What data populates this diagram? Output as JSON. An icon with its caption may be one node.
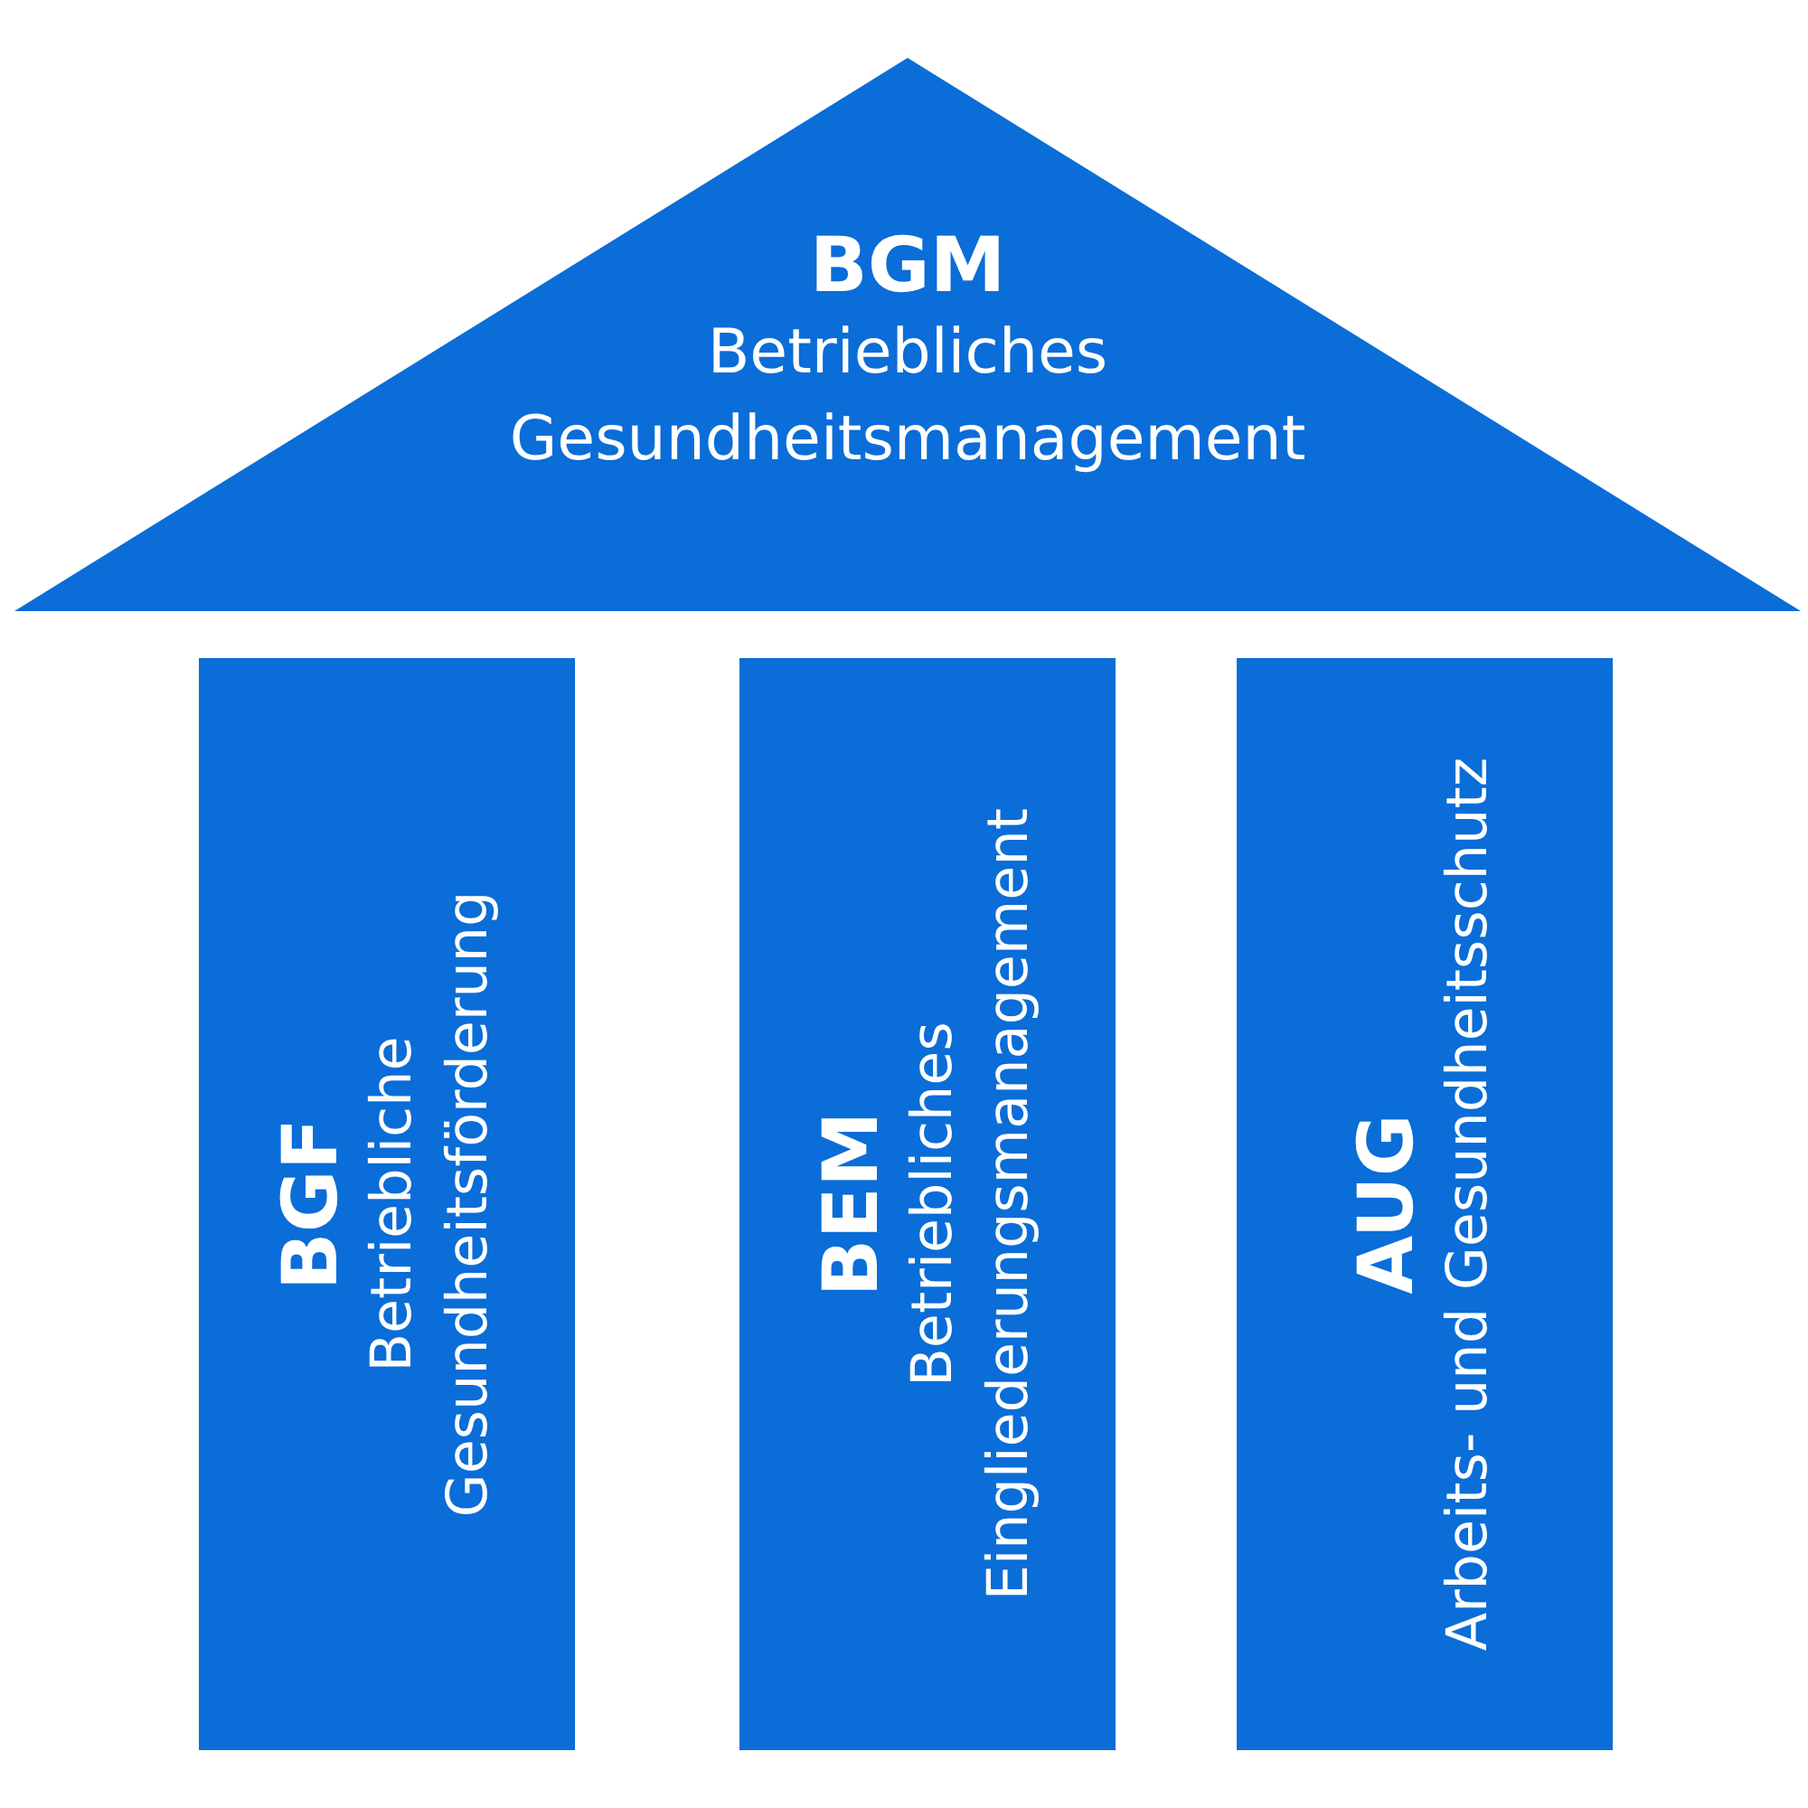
{
  "diagram": {
    "nodes": [
      {
        "text": [
          "BGM",
          "Betriebliches Gesundheitsmanagement"
        ]
      },
      {
        "text": [
          "BGF",
          "Betriebliche Gesundheitsförderung"
        ]
      },
      {
        "text": [
          "BEM",
          "Betriebliches Eingliederungsmanagement"
        ]
      },
      {
        "text": [
          "AUG",
          "Arbeits- und Gesundheitsschutz"
        ]
      }
    ]
  }
}
